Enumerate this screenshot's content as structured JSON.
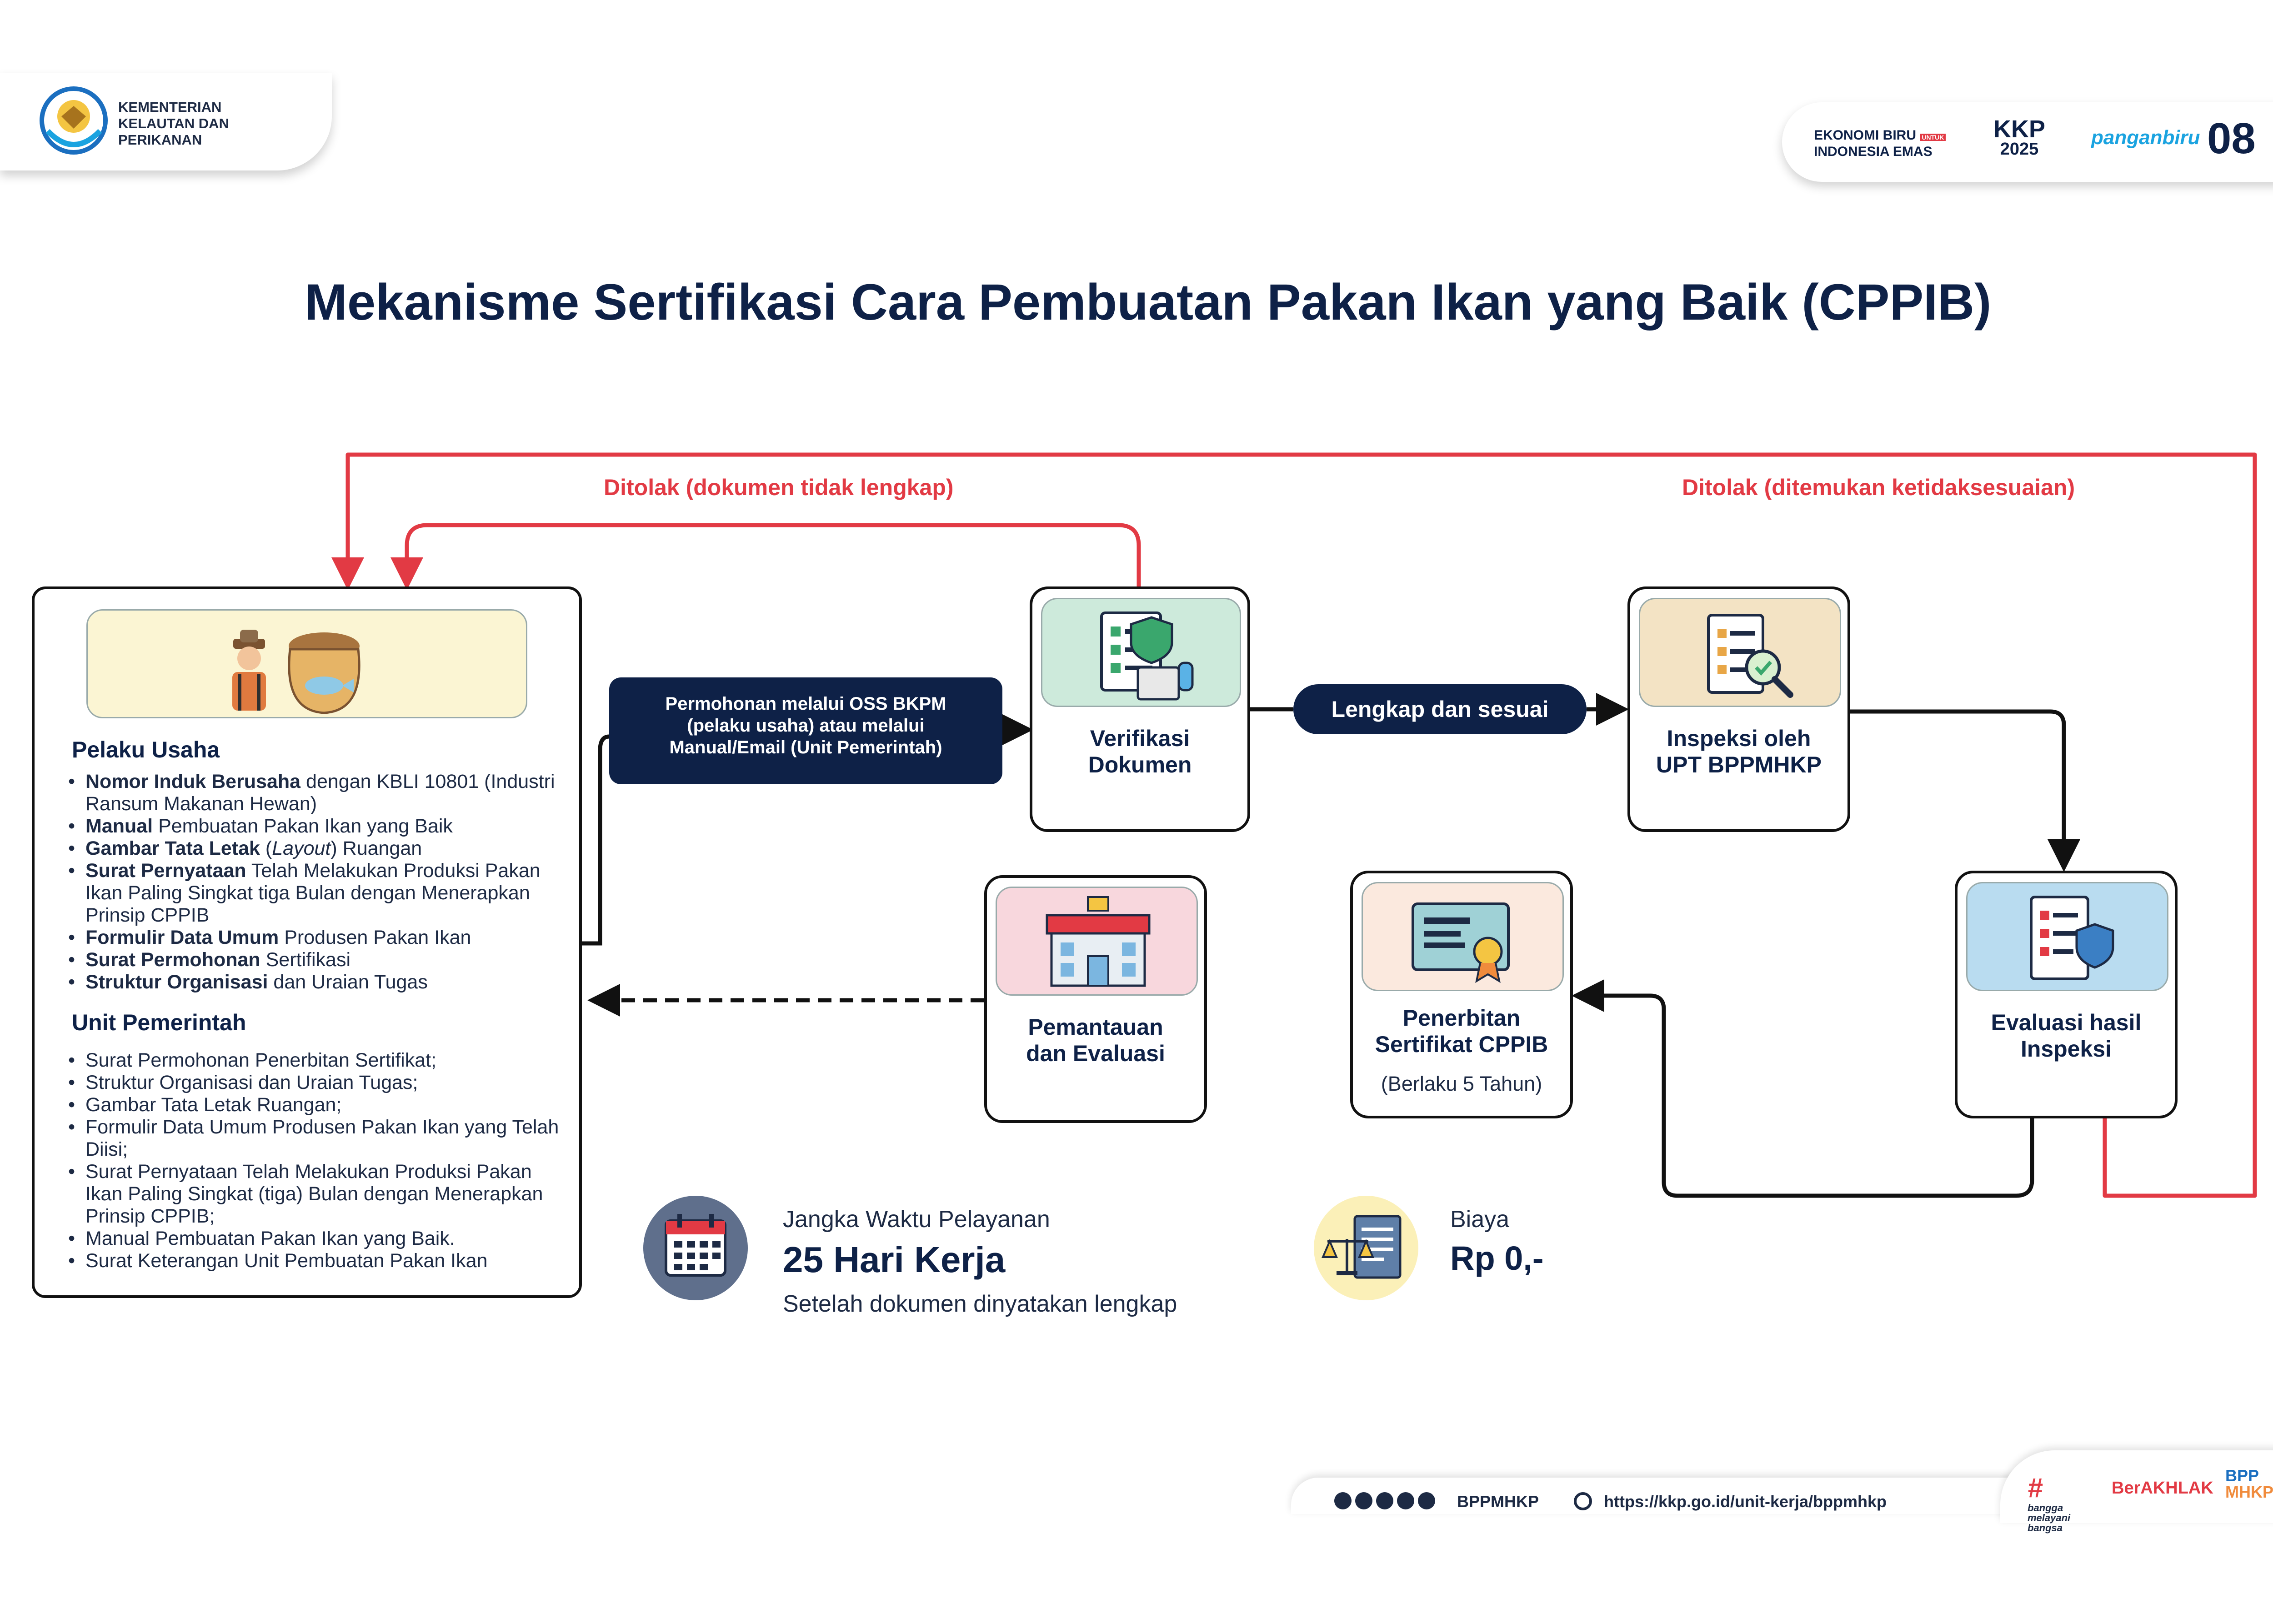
{
  "header": {
    "ministry_name": [
      "KEMENTERIAN",
      "KELAUTAN DAN",
      "PERIKANAN"
    ],
    "partner_logos": {
      "ekonomi_biru_top": "EKONOMI BIRU",
      "ekonomi_biru_small": "UNTUK",
      "ekonomi_biru_bottom": "INDONESIA EMAS",
      "kkp_top": "KKP",
      "kkp_bottom": "2025",
      "pangan_biru": "panganbiru",
      "asta": "08"
    }
  },
  "title": "Mekanisme Sertifikasi Cara Pembuatan Pakan Ikan yang Baik (CPPIB)",
  "rejections": {
    "incomplete": "Ditolak (dokumen tidak lengkap)",
    "nonconformity": "Ditolak (ditemukan ketidaksesuaian)"
  },
  "applicant_box": {
    "pelaku_heading": "Pelaku Usaha",
    "pelaku_items": [
      {
        "bold": "Nomor Induk Berusaha",
        "rest": " dengan KBLI 10801 (Industri Ransum Makanan Hewan)"
      },
      {
        "bold": "Manual",
        "rest": " Pembuatan Pakan Ikan yang Baik"
      },
      {
        "bold": "Gambar Tata Letak",
        "rest_italic": "Layout",
        "rest": " Ruangan"
      },
      {
        "bold": "Surat Pernyataan",
        "rest": " Telah Melakukan Produksi Pakan Ikan Paling Singkat tiga Bulan dengan Menerapkan Prinsip CPPIB"
      },
      {
        "bold": "Formulir Data Umum",
        "rest": " Produsen Pakan Ikan"
      },
      {
        "bold": "Surat Permohonan",
        "rest": " Sertifikasi"
      },
      {
        "bold": "Struktur Organisasi",
        "rest": " dan Uraian Tugas"
      }
    ],
    "unit_heading": "Unit Pemerintah",
    "unit_items": [
      "Surat Permohonan Penerbitan Sertifikat;",
      "Struktur Organisasi dan Uraian Tugas;",
      "Gambar Tata Letak Ruangan;",
      "Formulir Data Umum Produsen Pakan Ikan yang Telah Diisi;",
      "Surat Pernyataan Telah Melakukan Produksi Pakan Ikan Paling Singkat (tiga) Bulan dengan Menerapkan Prinsip CPPIB;",
      "Manual Pembuatan Pakan Ikan yang Baik.",
      "Surat Keterangan Unit Pembuatan Pakan Ikan"
    ]
  },
  "submission_pill": "Permohonan melalui OSS BKPM (pelaku usaha) atau melalui Manual/Email (Unit Pemerintah)",
  "complete_pill": "Lengkap dan sesuai",
  "nodes": {
    "verifikasi": {
      "line1": "Verifikasi",
      "line2": "Dokumen",
      "icon": "document-verification-icon"
    },
    "inspeksi": {
      "line1": "Inspeksi oleh",
      "line2": "UPT BPPMHKP",
      "icon": "document-inspection-icon"
    },
    "evaluasi": {
      "line1": "Evaluasi hasil",
      "line2": "Inspeksi",
      "icon": "evaluation-shield-icon"
    },
    "penerbitan": {
      "line1": "Penerbitan",
      "line2": "Sertifikat CPPIB",
      "note": "(Berlaku 5 Tahun)",
      "icon": "certificate-icon"
    },
    "pemantauan": {
      "line1": "Pemantauan",
      "line2": "dan Evaluasi",
      "icon": "government-building-icon"
    }
  },
  "service_time": {
    "caption": "Jangka Waktu Pelayanan",
    "value": "25 Hari Kerja",
    "note": "Setelah dokumen dinyatakan lengkap"
  },
  "cost": {
    "caption": "Biaya",
    "value": "Rp 0,-"
  },
  "footer": {
    "handle": "BPPMHKP",
    "url": "https://kkp.go.id/unit-kerja/bppmhkp",
    "bangga": [
      "bangga",
      "melayani",
      "bangsa"
    ],
    "berakhlak": "BerAKHLAK",
    "bpp": [
      "BPP",
      "MHKP"
    ]
  },
  "colors": {
    "navy": "#0e2147",
    "reject_red": "#e23a44",
    "verif_green": "#cdeadb",
    "inspect_tan": "#f3e3c4",
    "eval_blue": "#b9dcf0",
    "cert_peach": "#fbe9de",
    "monitor_pink": "#f8d7dd",
    "applicant_cream": "#fbf5d3"
  }
}
